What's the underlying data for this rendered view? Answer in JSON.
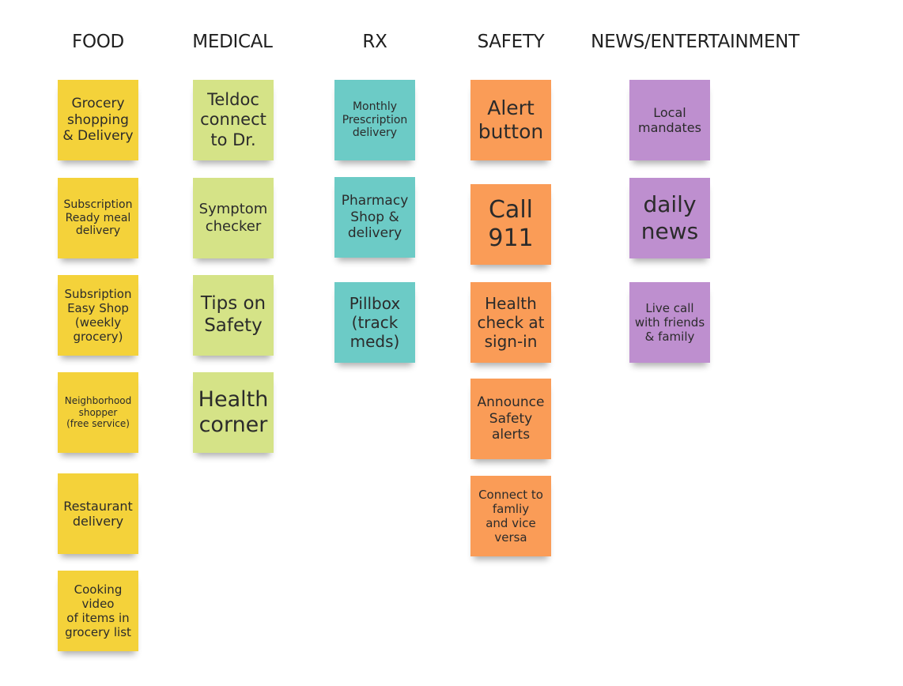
{
  "colors": {
    "food": "#f4d23a",
    "medical": "#d5e387",
    "rx": "#6ccbc6",
    "safety": "#fa9c57",
    "news": "#be8fcf"
  },
  "columns": [
    {
      "header": "FOOD",
      "notes": [
        "Grocery\nshopping\n& Delivery",
        "Subscription\nReady meal\ndelivery",
        "Subsription\nEasy Shop\n(weekly\ngrocery)",
        "Neighborhood\nshopper\n(free service)",
        "Restaurant\ndelivery",
        "Cooking\nvideo\nof items in\ngrocery list"
      ]
    },
    {
      "header": "MEDICAL",
      "notes": [
        "Teldoc\nconnect\nto Dr.",
        "Symptom\nchecker",
        "Tips on\nSafety",
        "Health\ncorner"
      ]
    },
    {
      "header": "RX",
      "notes": [
        "Monthly\nPrescription\ndelivery",
        "Pharmacy\nShop &\ndelivery",
        "Pillbox\n(track\nmeds)"
      ]
    },
    {
      "header": "SAFETY",
      "notes": [
        "Alert\nbutton",
        "Call\n911",
        "Health\ncheck at\nsign-in",
        "Announce\nSafety\nalerts",
        "Connect to\nfamliy\nand vice\nversa"
      ]
    },
    {
      "header": "NEWS/ENTERTAINMENT",
      "notes": [
        "Local\nmandates",
        "daily\nnews",
        "Live call\nwith friends\n& family"
      ]
    }
  ]
}
